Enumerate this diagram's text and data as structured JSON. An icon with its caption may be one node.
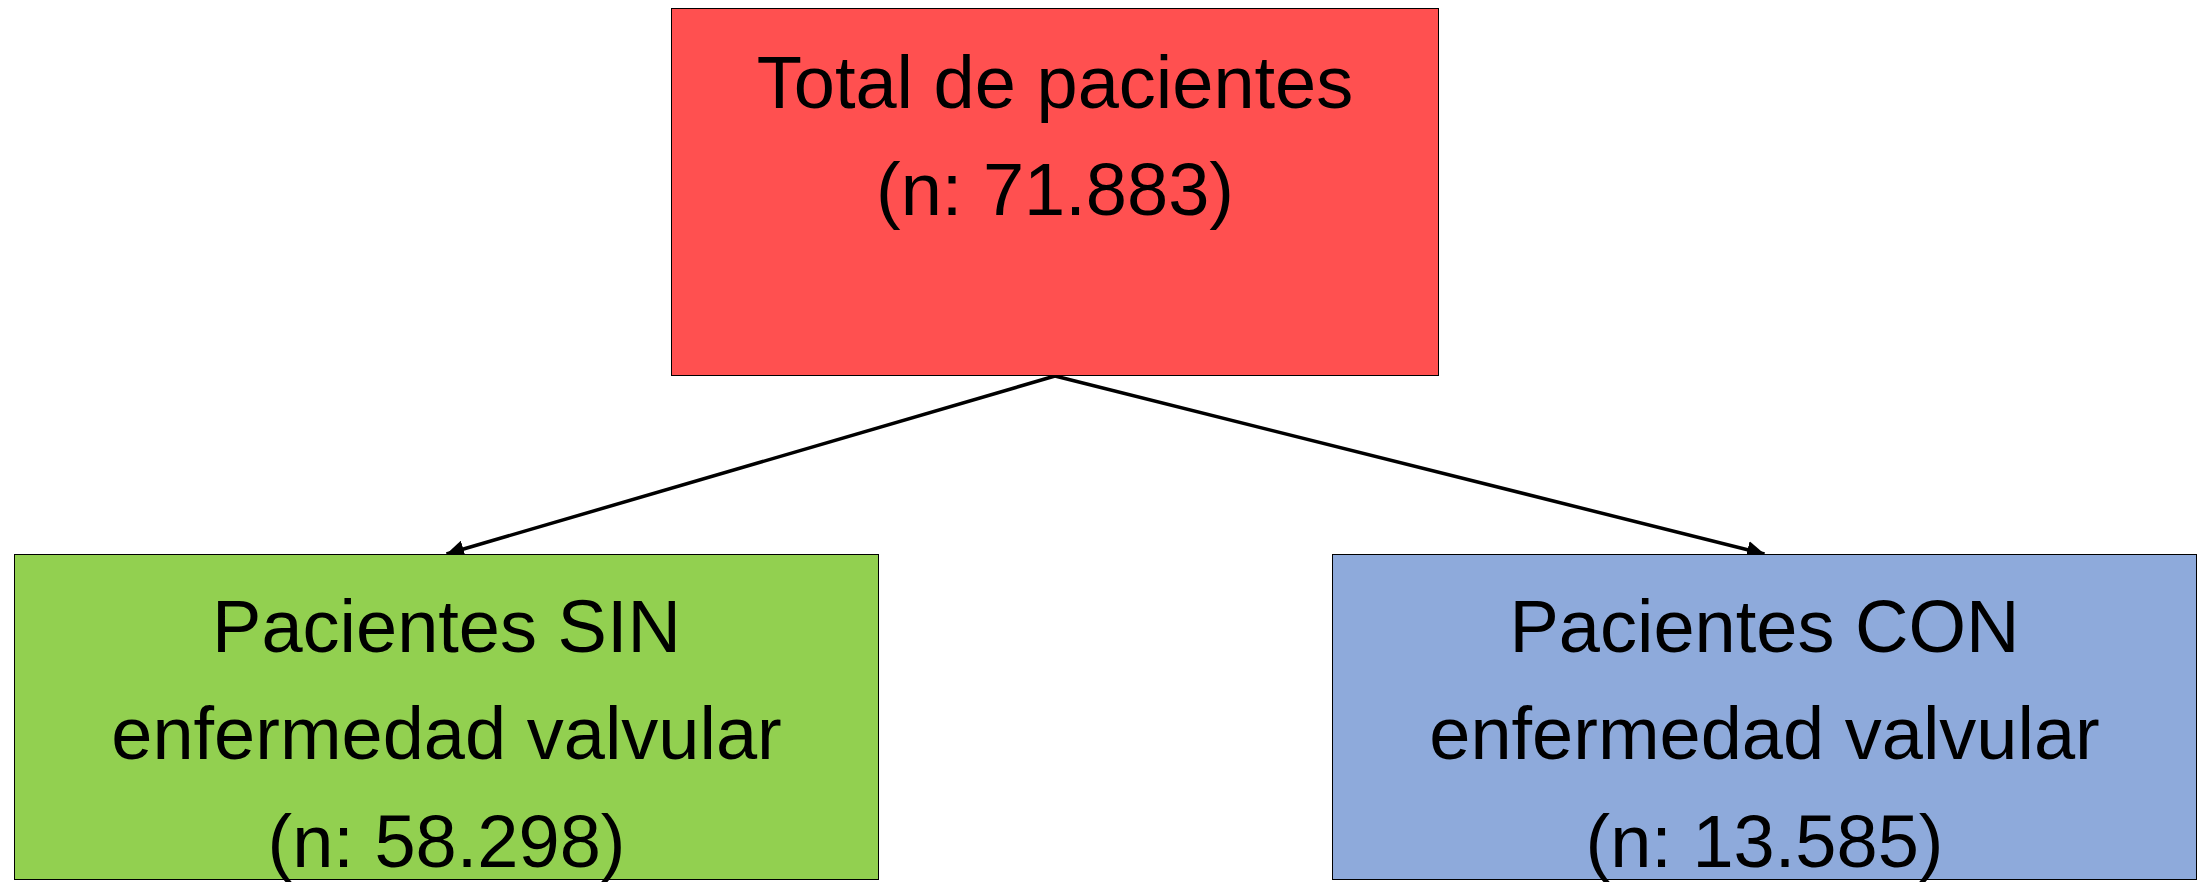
{
  "diagram": {
    "nodes": [
      {
        "text": [
          "Total de pacientes (n: 71.883)"
        ]
      },
      {
        "text": [
          "Pacientes SIN enfermedad valvular (n: 58.298)"
        ]
      },
      {
        "text": [
          "Pacientes CON enfermedad valvular (n: 13.585)"
        ]
      }
    ],
    "edges": [
      {
        "from": 0,
        "to": 1,
        "arrow": "to"
      },
      {
        "from": 0,
        "to": 2,
        "arrow": "to"
      }
    ]
  }
}
